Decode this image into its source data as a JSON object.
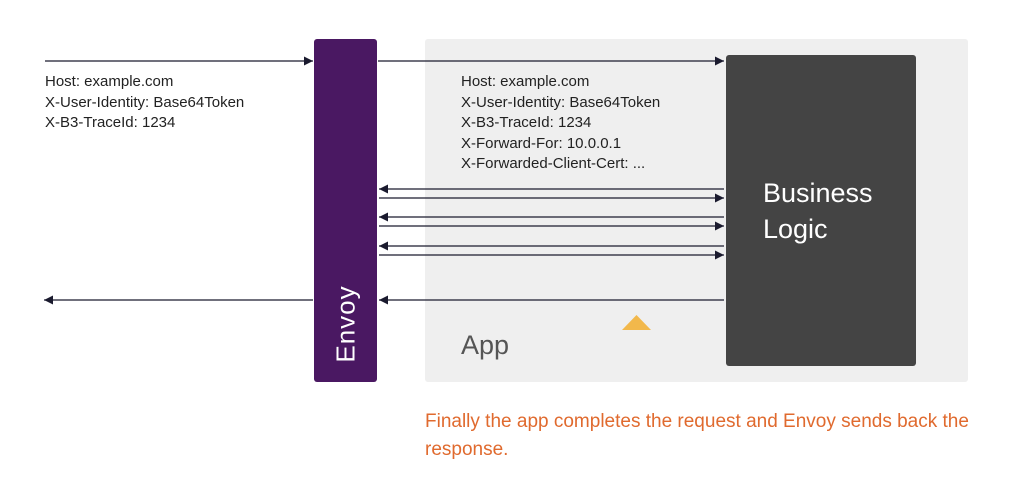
{
  "incoming_headers": [
    "Host: example.com",
    "X-User-Identity: Base64Token",
    "X-B3-TraceId: 1234"
  ],
  "forwarded_headers": [
    "Host: example.com",
    "X-User-Identity: Base64Token",
    "X-B3-TraceId: 1234",
    "X-Forward-For: 10.0.0.1",
    "X-Forwarded-Client-Cert: ..."
  ],
  "envoy_label": "Envoy",
  "logic_label": "Business Logic",
  "app_label": "App",
  "caption": "Finally the app completes the request and Envoy sends back the response.",
  "colors": {
    "envoy": "#4a1862",
    "business_logic": "#444444",
    "app": "#efefef",
    "caption": "#e06a2e",
    "marker": "#f2b84b",
    "arrow": "#1a1a2e"
  }
}
